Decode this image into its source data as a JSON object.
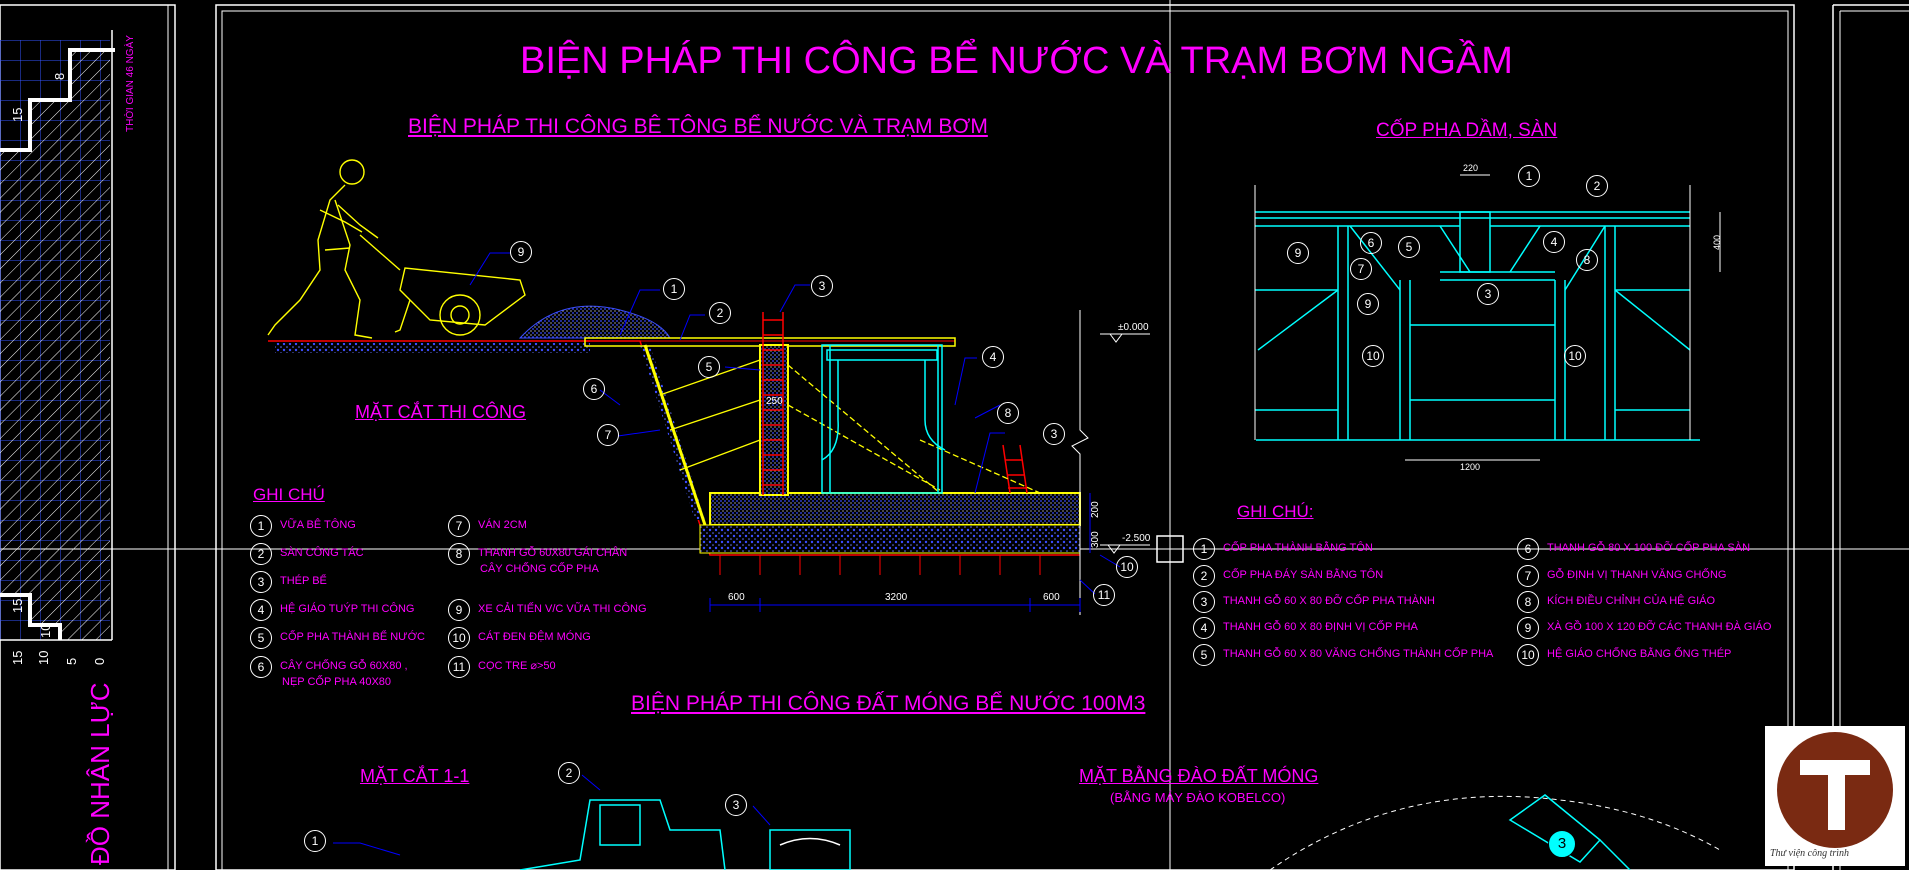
{
  "main_title": "BIỆN PHÁP THI CÔNG BỂ NƯỚC VÀ TRẠM BƠM NGẦM",
  "left_panel": {
    "chart_label": "ĐỒ NHÂN LỰC",
    "time_label": "THỜI GIAN 46 NGÀY",
    "ticks": [
      "15",
      "10",
      "5",
      "0"
    ],
    "top_values": [
      "15",
      "8"
    ],
    "bottom_values": [
      "15",
      "10"
    ]
  },
  "concrete_section": {
    "title": "BIỆN PHÁP THI CÔNG BÊ TÔNG BỂ NƯỚC VÀ TRẠM BƠM",
    "subtitle": "MẶT CẮT THI CÔNG",
    "level_top": "±0.000",
    "level_bottom": "-2.500",
    "dim_250": "250",
    "dim_200": "200",
    "dim_300": "300",
    "dim_600_left": "600",
    "dim_3200": "3200",
    "dim_600_right": "600",
    "callouts": [
      "1",
      "2",
      "3",
      "4",
      "5",
      "6",
      "7",
      "8",
      "9",
      "10",
      "11",
      "3"
    ],
    "notes_title": "GHI CHÚ",
    "notes": [
      {
        "n": "1",
        "text": "VỮA BÊ TÔNG"
      },
      {
        "n": "2",
        "text": "SÀN CÔNG TÁC"
      },
      {
        "n": "3",
        "text": "THÉP BỂ"
      },
      {
        "n": "4",
        "text": "HỆ GIÁO TUÝP THI CÔNG"
      },
      {
        "n": "5",
        "text": "CỐP PHA THÀNH BỂ NƯỚC"
      },
      {
        "n": "6",
        "text": "CÂY CHỐNG GỖ 60X80 ,"
      },
      {
        "n": "7",
        "text": "VÁN 2CM"
      },
      {
        "n": "8",
        "text": "THANH GỖ 60X80 GÁI CHÂN"
      },
      {
        "n": "9",
        "text": "XE CẢI TIẾN V/C VỮA THI CÔNG"
      },
      {
        "n": "10",
        "text": "CÁT ĐEN ĐỆM MÓNG"
      },
      {
        "n": "11",
        "text": "CỌC TRE ⌀>50"
      }
    ],
    "note6_line2": "NẸP CỐP PHA 40X80",
    "note8_line2": "CÂY CHỐNG CỐP PHA"
  },
  "formwork": {
    "title": "CỐP PHA DẦM, SÀN",
    "dim_220": "220",
    "dim_400": "400",
    "dim_1200": "1200",
    "notes_title": "GHI CHÚ:",
    "notes": [
      {
        "n": "1",
        "text": "CỐP PHA THÀNH BẰNG TÔN"
      },
      {
        "n": "2",
        "text": "CỐP PHA ĐÁY SÀN BẰNG TÔN"
      },
      {
        "n": "3",
        "text": "THANH GỖ 60 X 80 ĐỠ CỐP PHA THÀNH"
      },
      {
        "n": "4",
        "text": "THANH GỖ 60 X 80 ĐỊNH VỊ CỐP PHA"
      },
      {
        "n": "5",
        "text": "THANH GỖ 60 X 80 VĂNG CHỐNG THÀNH CỐP PHA"
      },
      {
        "n": "6",
        "text": "THANH GỖ 80 X 100 ĐỠ CỐP PHA SÀN"
      },
      {
        "n": "7",
        "text": "GỖ ĐỊNH VỊ THANH VĂNG CHỐNG"
      },
      {
        "n": "8",
        "text": "KÍCH ĐIỀU CHỈNH CỦA HỆ GIÁO"
      },
      {
        "n": "9",
        "text": "XÀ GỒ 100 X 120 ĐỠ CÁC THANH ĐÀ GIÁO"
      },
      {
        "n": "10",
        "text": "HỆ GIÁO CHỐNG BẰNG ỐNG THÉP"
      }
    ]
  },
  "earthwork": {
    "title": "BIỆN PHÁP THI CÔNG ĐẤT MÓNG BỂ NƯỚC 100M3",
    "section_label": "MẶT CẮT 1-1",
    "plan_label": "MẶT BẰNG ĐÀO ĐẤT MÓNG",
    "plan_sub": "(BẰNG MÁY ĐÀO KOBELCO)",
    "callouts": [
      "1",
      "2",
      "3",
      "3"
    ]
  },
  "logo_caption": "Thư viện công trình",
  "colors": {
    "bg": "#000000",
    "text": "#ff00ff",
    "steel": "#00ffff",
    "yellow": "#ffff00",
    "red": "#ff0000",
    "blue": "#0000ff",
    "white": "#ffffff"
  }
}
